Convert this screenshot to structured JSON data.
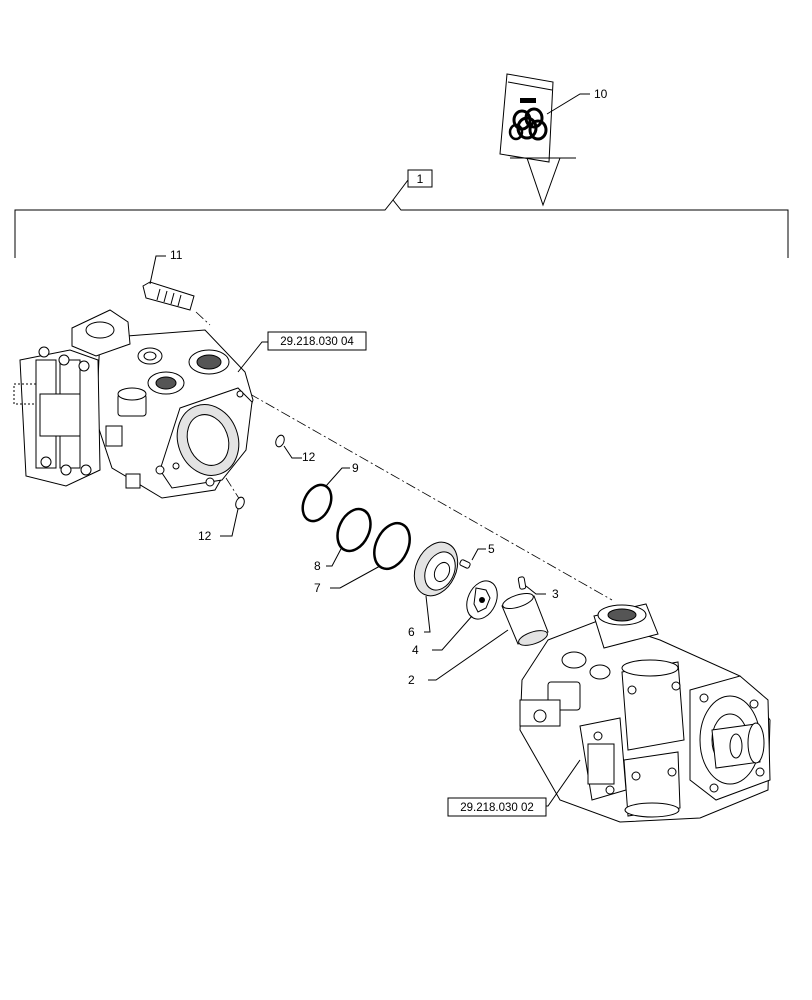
{
  "callouts": {
    "c1": "1",
    "c2": "2",
    "c3": "3",
    "c4": "4",
    "c5": "5",
    "c6": "6",
    "c7": "7",
    "c8": "8",
    "c9": "9",
    "c10": "10",
    "c11": "11",
    "c12a": "12",
    "c12b": "12"
  },
  "references": {
    "upper": "29.218.030 04",
    "lower": "29.218.030 02"
  }
}
